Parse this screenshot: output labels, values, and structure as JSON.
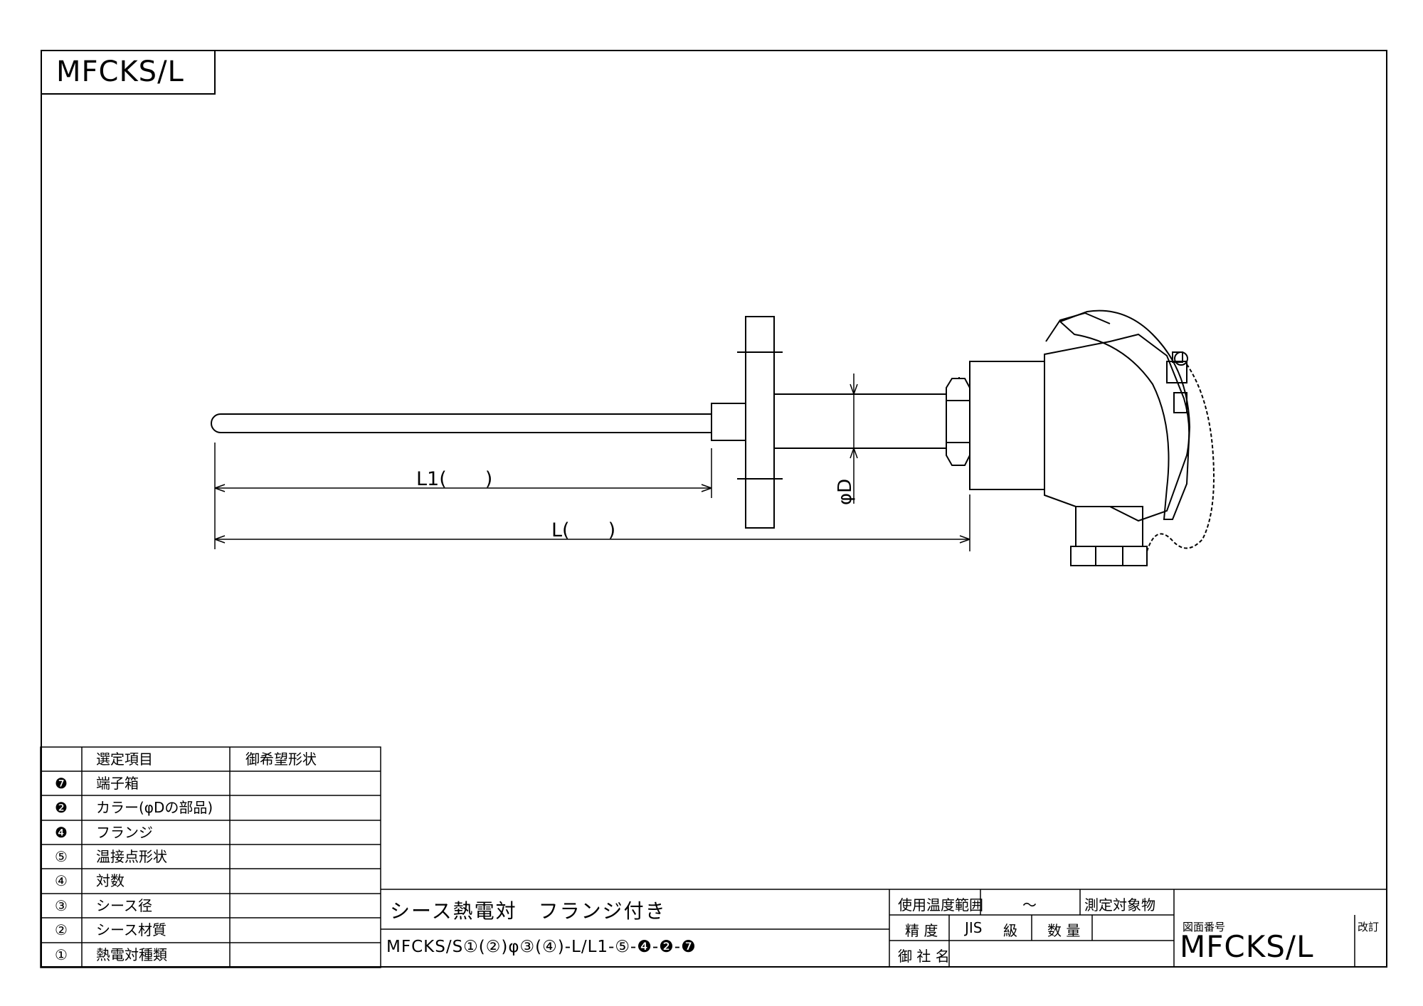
{
  "drawing_title": "MFCKS/L",
  "dimensions": {
    "l1": "L1(　　)",
    "l": "L(　　)",
    "phi_d": "φD"
  },
  "selection_table": {
    "header": {
      "no": "",
      "item": "選定項目",
      "desired": "御希望形状"
    },
    "rows": [
      {
        "no": "❼",
        "item": "端子箱",
        "desired": ""
      },
      {
        "no": "❷",
        "item": "カラー(φDの部品)",
        "desired": ""
      },
      {
        "no": "❹",
        "item": "フランジ",
        "desired": ""
      },
      {
        "no": "⑤",
        "item": "温接点形状",
        "desired": ""
      },
      {
        "no": "④",
        "item": "対数",
        "desired": ""
      },
      {
        "no": "③",
        "item": "シース径",
        "desired": ""
      },
      {
        "no": "②",
        "item": "シース材質",
        "desired": ""
      },
      {
        "no": "①",
        "item": "熱電対種類",
        "desired": ""
      }
    ]
  },
  "title_block": {
    "product_name": "シース熱電対　フランジ付き",
    "model_code": "MFCKS/S①(②)φ③(④)-L/L1-⑤-❹-❷-❼",
    "temp_range_label": "使用温度範囲",
    "temp_range_value": "～",
    "measure_target_label": "測定対象物",
    "measure_target_value": "",
    "accuracy_label": "精 度",
    "accuracy_jis": "JIS",
    "accuracy_class": "級",
    "quantity_label": "数 量",
    "quantity_value": "",
    "company_label": "御 社 名",
    "company_value": "",
    "drawing_number_label": "図面番号",
    "drawing_number": "MFCKS/L",
    "revision_label": "改訂",
    "revision_value": ""
  }
}
